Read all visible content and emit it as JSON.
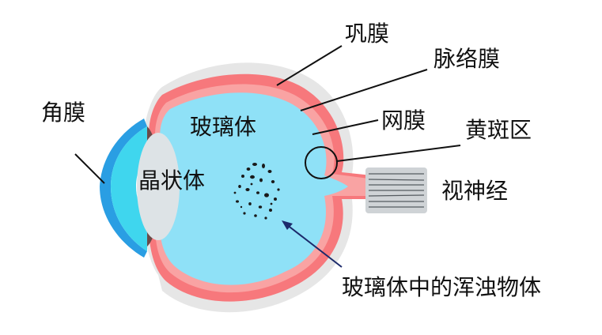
{
  "labels": {
    "sclera": "巩膜",
    "choroid": "脉络膜",
    "retina": "网膜",
    "macula": "黄斑区",
    "cornea": "角膜",
    "vitreous": "玻璃体",
    "lens": "晶状体",
    "optic_nerve": "视神经",
    "floaters": "玻璃体中的浑浊物体"
  },
  "colors": {
    "sclera": "#e6e6e6",
    "choroid": "#f7787c",
    "retina": "#f9a3a3",
    "vitreous": "#8fe1f7",
    "cornea": "#3fd6ee",
    "cornea_outer": "#2a9ee3",
    "lens": "#dde3e6",
    "iris": "#6b4a48",
    "nerve": "#cfd3d6",
    "leader": "#111111",
    "arrow": "#1c2a6b"
  }
}
